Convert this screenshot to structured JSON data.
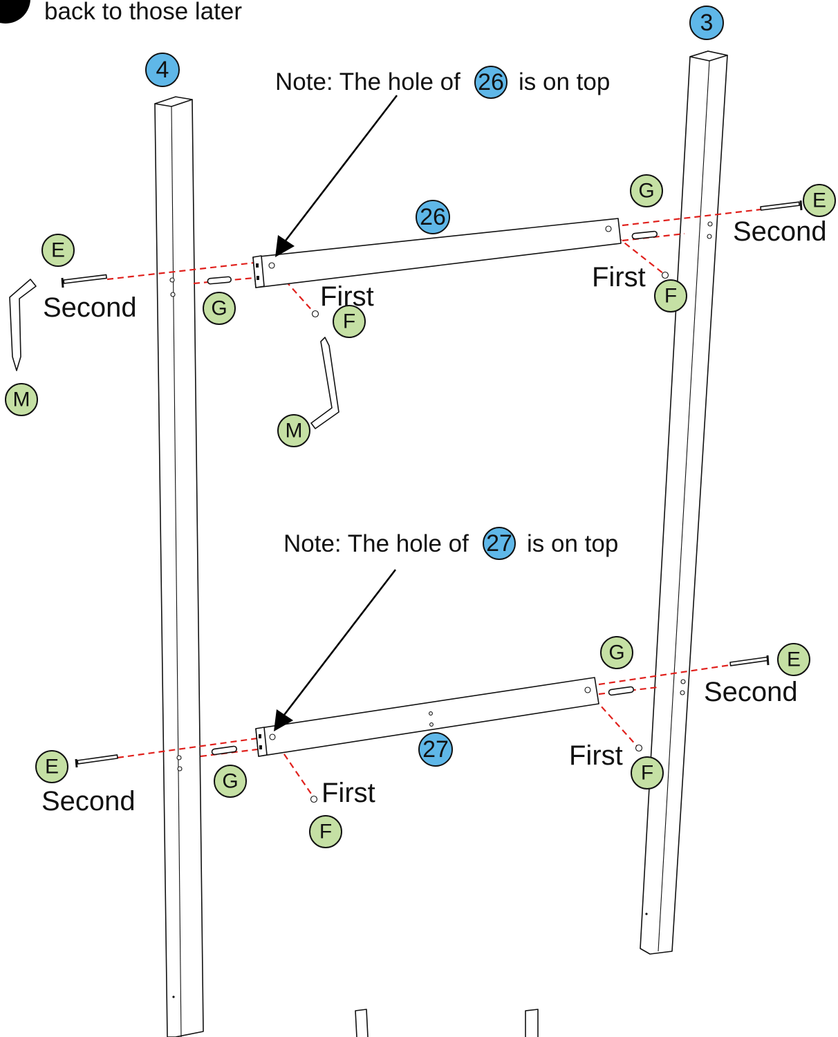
{
  "header": {
    "instruction_text": "back to those later"
  },
  "notes": {
    "top_prefix": "Note: The hole of",
    "top_part": "26",
    "top_suffix": "is on top",
    "bottom_prefix": "Note: The hole of",
    "bottom_part": "27",
    "bottom_suffix": "is on top"
  },
  "parts": {
    "post_left": "4",
    "post_right": "3",
    "rail_top": "26",
    "rail_bottom": "27"
  },
  "hardware": {
    "bolt": "E",
    "nut": "F",
    "dowel": "G",
    "wrench": "M"
  },
  "steps": {
    "first": "First",
    "second": "Second"
  },
  "colors": {
    "part_badge": "#5fb7e8",
    "hardware_badge": "#c5e0a4",
    "guide_line": "#e0201c"
  }
}
